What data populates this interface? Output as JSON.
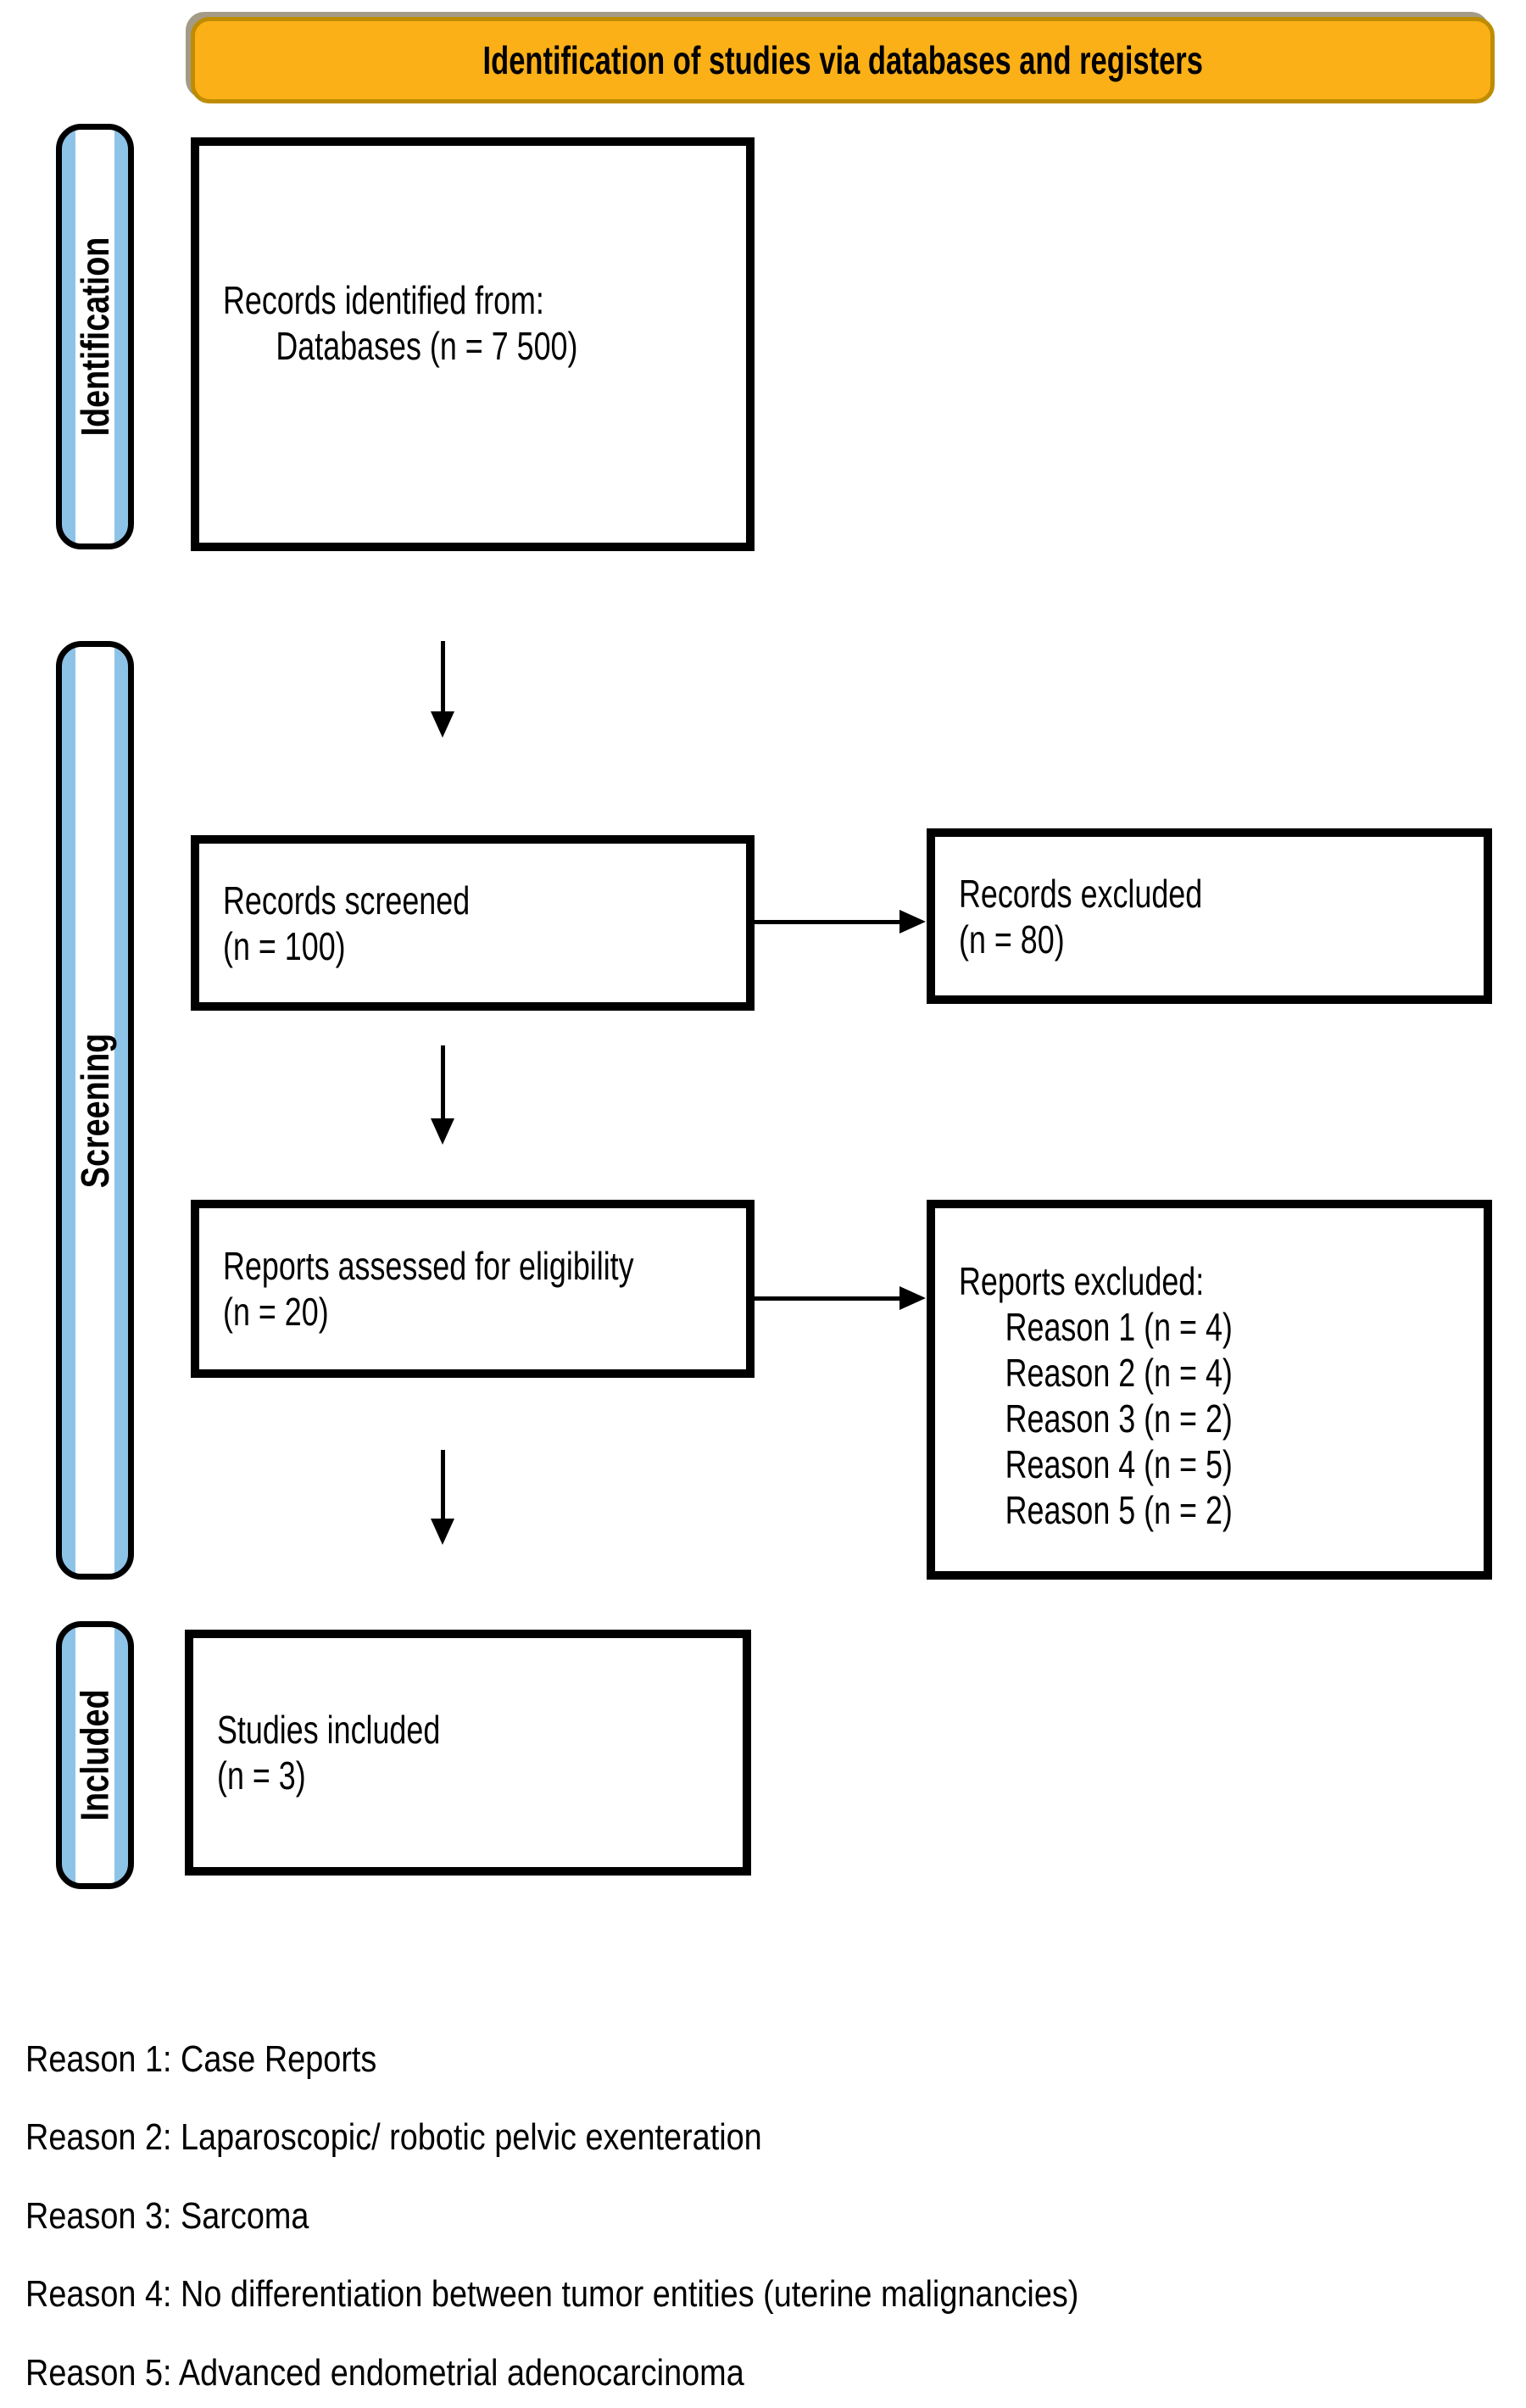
{
  "banner": {
    "title": "Identification of studies via databases and registers"
  },
  "sidebars": [
    {
      "label": "Identification"
    },
    {
      "label": "Screening"
    },
    {
      "label": "Included"
    }
  ],
  "boxes": {
    "records_identified": {
      "line1": "Records identified from:",
      "line2": "Databases (n = 7 500)"
    },
    "records_screened": {
      "line1": "Records screened",
      "line2": "(n = 100)"
    },
    "records_excluded": {
      "line1": "Records excluded",
      "line2": "(n = 80)"
    },
    "reports_assessed": {
      "line1": "Reports assessed for eligibility",
      "line2": "(n = 20)"
    },
    "reports_excluded": {
      "heading": "Reports excluded:",
      "reasons": [
        "Reason 1 (n = 4)",
        "Reason 2 (n = 4)",
        "Reason 3 (n = 2)",
        "Reason 4 (n = 5)",
        "Reason 5 (n = 2)"
      ]
    },
    "studies_included": {
      "line1": "Studies included",
      "line2": "(n = 3)"
    }
  },
  "footnotes": [
    "Reason 1: Case Reports",
    "Reason 2: Laparoscopic/ robotic pelvic exenteration",
    "Reason 3: Sarcoma",
    "Reason 4: No differentiation between tumor entities (uterine malignancies)",
    "Reason 5: Advanced endometrial adenocarcinoma"
  ],
  "colors": {
    "banner_fill": "#FBB017",
    "banner_border": "#BE8C00",
    "rail_fill": "#8EC3E8",
    "rail_inner": "#FFFFFF",
    "box_border": "#000000",
    "text": "#000000",
    "background": "#FFFFFF"
  }
}
